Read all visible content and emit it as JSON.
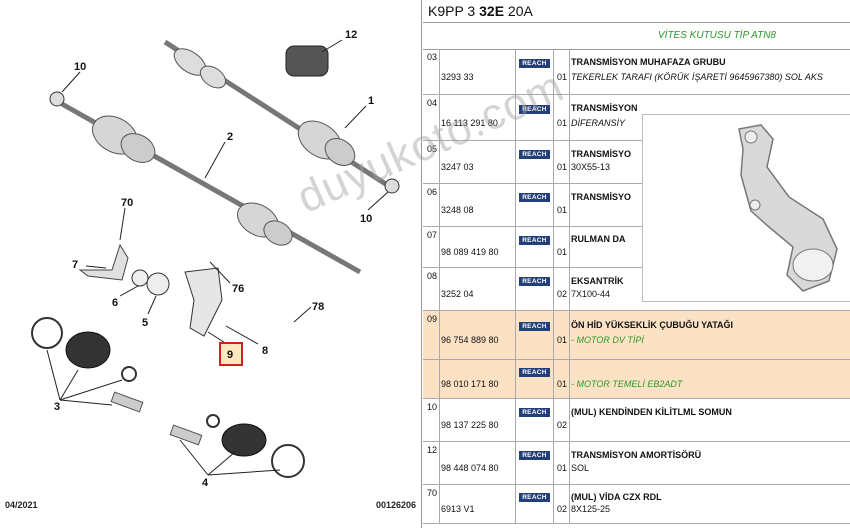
{
  "diagram": {
    "callouts": [
      "12",
      "10",
      "1",
      "2",
      "10",
      "70",
      "7",
      "76",
      "6",
      "5",
      "78",
      "8",
      "9",
      "3",
      "4"
    ],
    "footer_left": "04/2021",
    "footer_right": "00126206"
  },
  "header": {
    "prefix": "K9PP 3 ",
    "bold": "32E",
    "suffix": " 20A"
  },
  "subtitle": "VİTES KUTUSU TİP ATN8",
  "badge_label": "REACH",
  "rows": [
    {
      "idx": "03",
      "ref": "3293 33",
      "qty": "01",
      "title": "TRANSMİSYON MUHAFAZA GRUBU",
      "sub": "TEKERLEK TARAFI (KÖRÜK İŞARETİ 9645967380) SOL AKS",
      "sub_style": "it"
    },
    {
      "idx": "04",
      "ref": "16 113 291 80",
      "qty": "01",
      "title": "TRANSMİSYON",
      "sub": "DİFERANSİY",
      "sub_style": "it"
    },
    {
      "idx": "05",
      "ref": "3247 03",
      "qty": "01",
      "title": "TRANSMİSYO",
      "sub": "30X55-13",
      "sub_style": ""
    },
    {
      "idx": "06",
      "ref": "3248 08",
      "qty": "01",
      "title": "TRANSMİSYO",
      "sub": "",
      "sub_style": ""
    },
    {
      "idx": "07",
      "ref": "98 089 419 80",
      "qty": "01",
      "title": "RULMAN DA",
      "sub": "",
      "sub_style": ""
    },
    {
      "idx": "08",
      "ref": "3252 04",
      "qty": "02",
      "title": "EKSANTRİK",
      "sub": "7X100-44",
      "sub_style": ""
    },
    {
      "idx": "09",
      "ref": "96 754 889 80",
      "qty": "01",
      "title": "ÖN HİD YÜKSEKLİK ÇUBUĞU YATAĞI",
      "sub": "- MOTOR DV TİPİ",
      "sub_style": "green"
    },
    {
      "idx": "",
      "ref": "98 010 171 80",
      "qty": "01",
      "title": "",
      "sub": "- MOTOR TEMELİ EB2ADT",
      "sub_style": "green"
    },
    {
      "idx": "10",
      "ref": "98 137 225 80",
      "qty": "02",
      "title": "(MUL) KENDİNDEN KİLİTLML SOMUN",
      "sub": "",
      "sub_style": ""
    },
    {
      "idx": "12",
      "ref": "98 448 074 80",
      "qty": "01",
      "title": "TRANSMİSYON AMORTİSÖRÜ",
      "sub": "SOL",
      "sub_style": ""
    },
    {
      "idx": "70",
      "ref": "6913 V1",
      "qty": "02",
      "title": "(MUL) VİDA CZX RDL",
      "sub": "8X125-25",
      "sub_style": ""
    }
  ],
  "watermark": "duyukoto.com"
}
